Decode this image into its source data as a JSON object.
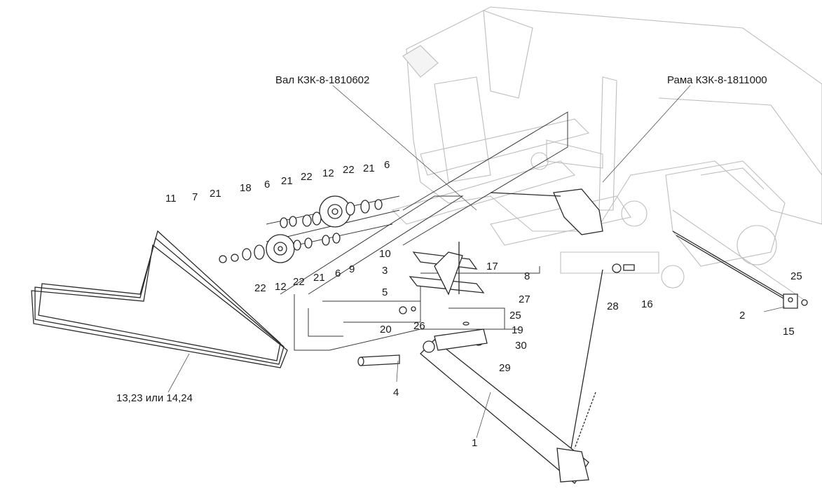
{
  "labels": {
    "shaft": "Вал КЗК-8-1810602",
    "frame": "Рама КЗК-8-1811000",
    "belt": "13,23 или 14,24"
  },
  "callouts": {
    "c1": "1",
    "c2": "2",
    "c3": "3",
    "c4": "4",
    "c5": "5",
    "c6": "6",
    "c7": "7",
    "c8": "8",
    "c9": "9",
    "c10": "10",
    "c11": "11",
    "c12": "12",
    "c15": "15",
    "c16": "16",
    "c17": "17",
    "c18": "18",
    "c19": "19",
    "c20": "20",
    "c21": "21",
    "c22": "22",
    "c25": "25",
    "c26": "26",
    "c27": "27",
    "c28": "28",
    "c29": "29",
    "c30": "30"
  }
}
